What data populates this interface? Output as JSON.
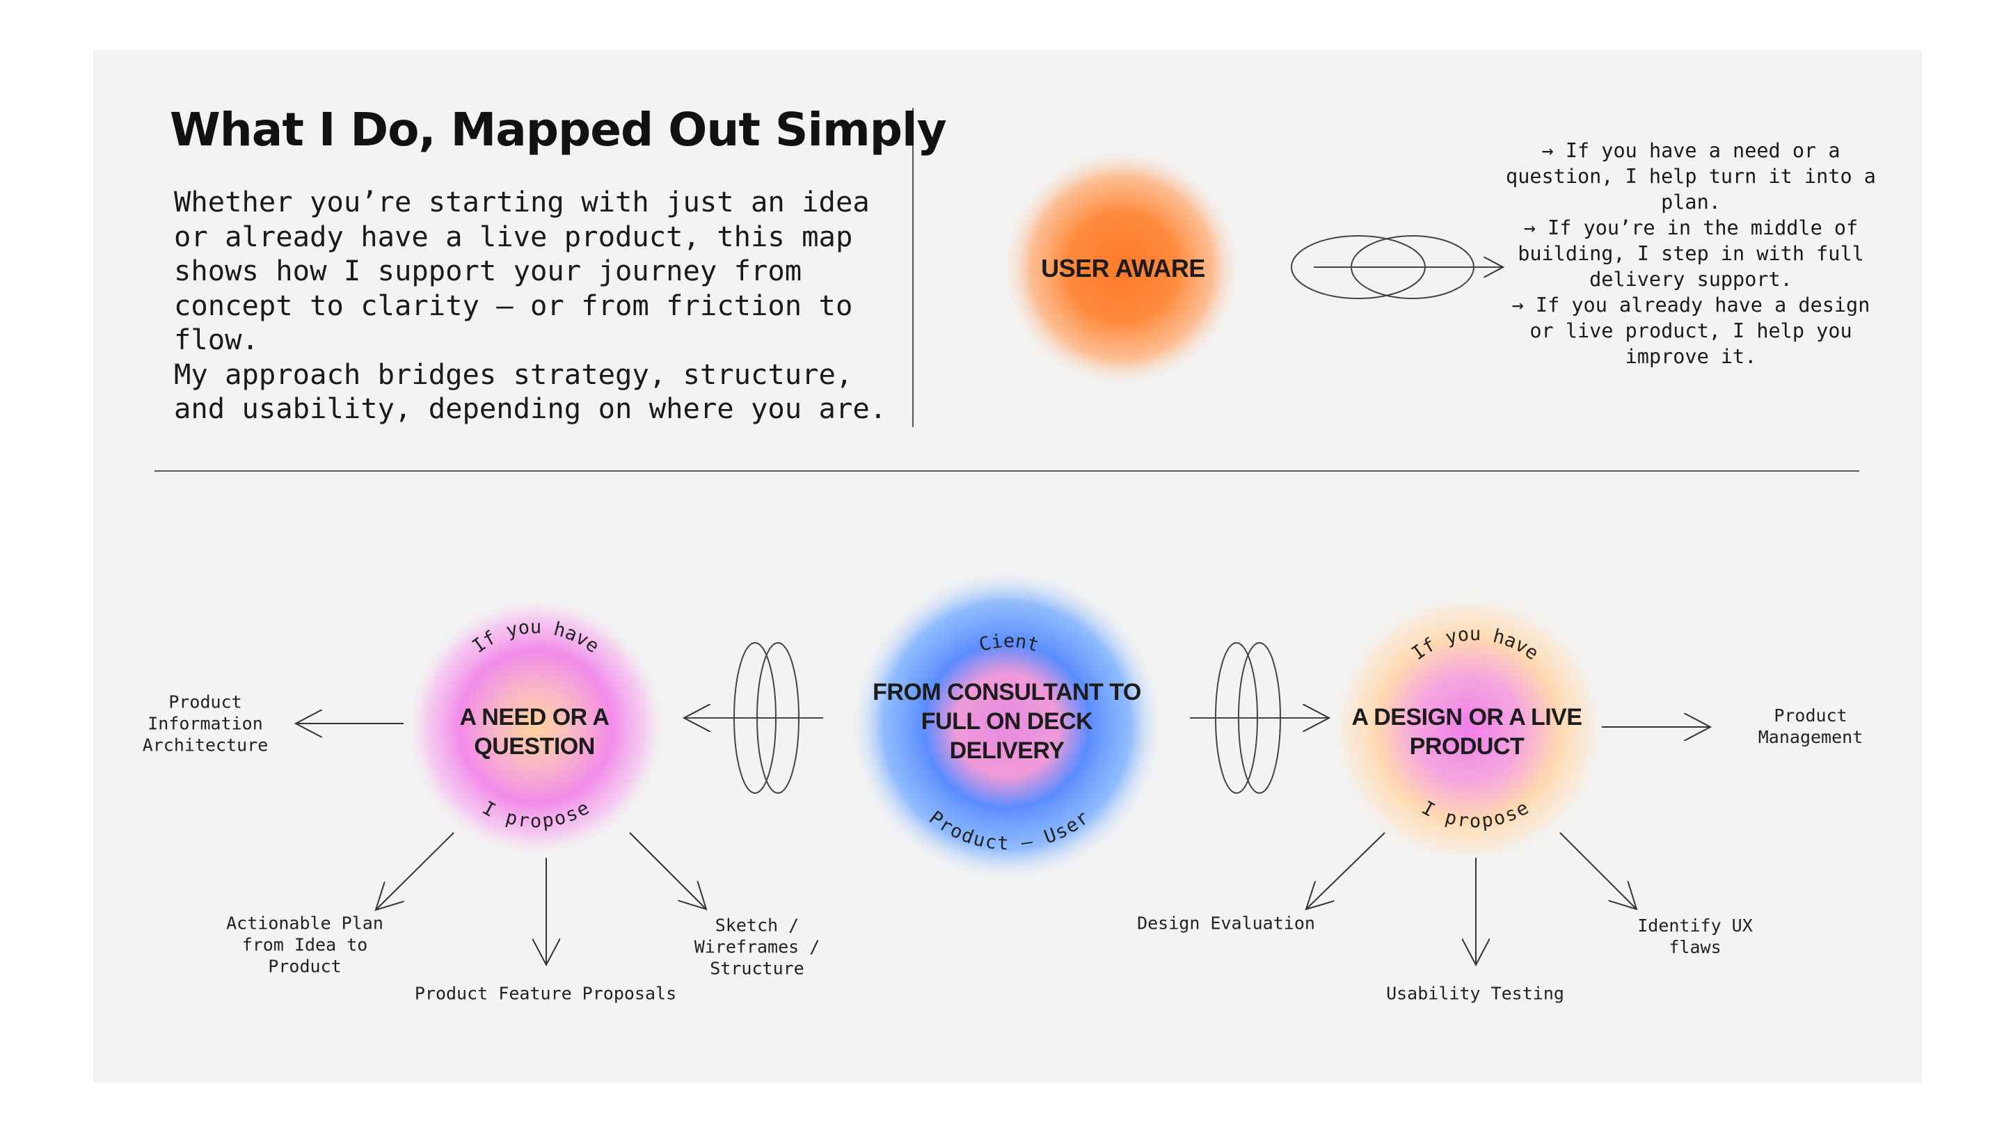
{
  "header": {
    "title": "What I Do, Mapped Out Simply",
    "intro_p1": "Whether you’re starting with just an idea or already have a live product, this map shows how I support your journey from concept to clarity — or from friction to flow.",
    "intro_p2": "My approach bridges strategy, structure, and usability, depending on where you are."
  },
  "user_aware": {
    "label": "USER AWARE",
    "notes": [
      "→ If you have a need or a question, I help turn it into a plan.",
      "→ If you’re in the middle of building, I step in with full delivery support.",
      "→ If you already have a design or live product, I help you improve it."
    ]
  },
  "center_hub": {
    "label_line1": "FROM CONSULTANT TO",
    "label_line2": "FULL ON DECK",
    "label_line3": "DELIVERY",
    "arc_top": "Cient",
    "arc_bottom": "Product – User"
  },
  "left_hub": {
    "label_line1": "A NEED OR A",
    "label_line2": "QUESTION",
    "arc_top": "If you have",
    "arc_bottom": "I propose",
    "side_output": [
      "Product",
      "Information",
      "Architecture"
    ],
    "outputs": {
      "plan": [
        "Actionable Plan",
        "from Idea to",
        "Product"
      ],
      "features": "Product Feature Proposals",
      "sketch": [
        "Sketch /",
        "Wireframes /",
        "Structure"
      ]
    }
  },
  "right_hub": {
    "label_line1": "A DESIGN OR A LIVE",
    "label_line2": "PRODUCT",
    "arc_top": "If you have",
    "arc_bottom": "I propose",
    "side_output": [
      "Product",
      "Management"
    ],
    "outputs": {
      "evaluation": "Design Evaluation",
      "testing": "Usability Testing",
      "flaws": [
        "Identify UX",
        "flaws"
      ]
    }
  },
  "colors": {
    "background": "#f3f3f3",
    "user_aware_orange": "#ff8a3d",
    "center_blue": "#4f8dff",
    "center_pink": "#f08bd8",
    "hub_pink": "#f28bea",
    "hub_peach": "#ffd9a8",
    "ink": "#1a1a1a"
  }
}
